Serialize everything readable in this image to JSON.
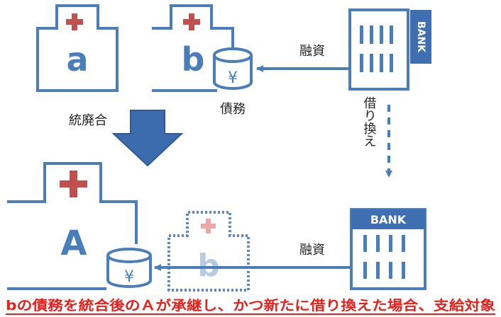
{
  "colors": {
    "stroke": "#4a7ebb",
    "cross": "#c0504d",
    "caption": "#e8201c",
    "bank_dark": "#3f6fb0",
    "ghost": "#5f87bf",
    "ghost_letter": "#b9cbe3",
    "ghost_cross": "#e9a9a7"
  },
  "top": {
    "hospital_a_letter": "a",
    "hospital_b_letter": "b",
    "yen_symbol": "¥",
    "debt_label": "債務",
    "loan_label": "融資",
    "bank_label": "BANK"
  },
  "middle": {
    "merge_label": "統廃合",
    "refinance_label": "借り換え"
  },
  "bottom": {
    "hospital_A_letter": "A",
    "ghost_letter": "b",
    "yen_symbol": "¥",
    "loan_label": "融資",
    "bank_label": "BANK"
  },
  "caption": "bの債務を統合後のＡが承継し、かつ新たに借り換えた場合、支給対象"
}
